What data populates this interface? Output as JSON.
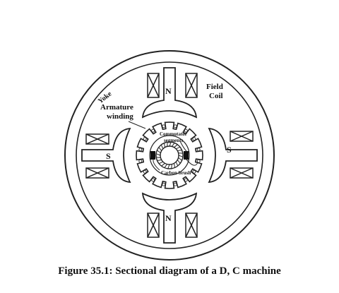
{
  "caption": "Figure 35.1: Sectional diagram of a D, C machine",
  "labels": {
    "yoke": "Yoke",
    "field_coil_line1": "Field",
    "field_coil_line2": "Coil",
    "armature_line1": "Armature",
    "armature_line2": "winding",
    "commutator_line1": "Commutator",
    "commutator_line2": "segments",
    "carbon_brush": "Carbon brush",
    "pole_top": "N",
    "pole_bottom": "N",
    "pole_left": "S",
    "pole_right": "S"
  }
}
